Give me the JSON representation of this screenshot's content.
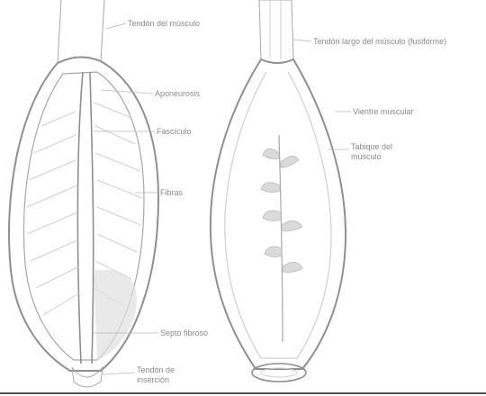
{
  "diagram": {
    "left_figure": {
      "labels": [
        {
          "id": "tendon-top-label",
          "text": "Tendón del músculo"
        },
        {
          "id": "aponeurosis-label",
          "text": "Aponeurosis"
        },
        {
          "id": "fascicle-label",
          "text": "Fascículo"
        },
        {
          "id": "fibers-label",
          "text": "Fibras"
        },
        {
          "id": "intermuscular-label",
          "text": "Septo fibroso"
        },
        {
          "id": "bottom-tendon-label-line1",
          "text": "Tendón de"
        },
        {
          "id": "bottom-tendon-label-line2",
          "text": "inserción"
        }
      ]
    },
    "right_figure": {
      "labels": [
        {
          "id": "long-tendon-label",
          "text": "Tendón largo del músculo (fusiforme)"
        },
        {
          "id": "belly-label",
          "text": "Vientre muscular"
        },
        {
          "id": "septum-label-line1",
          "text": "Tabique del"
        },
        {
          "id": "septum-label-line2",
          "text": "músculo"
        }
      ]
    }
  },
  "colors": {
    "background": "#ffffff",
    "outline": "#8f8f8f",
    "shading": "#d9d9d9",
    "label_text": "#8a8a8a"
  }
}
